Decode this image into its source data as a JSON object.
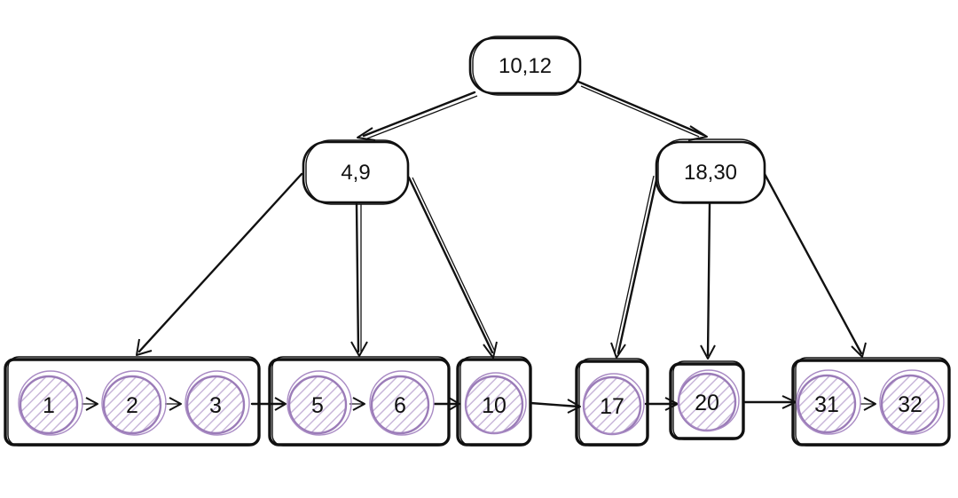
{
  "root": {
    "label": "10,12"
  },
  "internal": [
    {
      "label": "4,9"
    },
    {
      "label": "18,30"
    }
  ],
  "leaves": [
    {
      "keys": [
        "1",
        "2",
        "3"
      ]
    },
    {
      "keys": [
        "5",
        "6"
      ]
    },
    {
      "keys": [
        "10"
      ]
    },
    {
      "keys": [
        "17"
      ]
    },
    {
      "keys": [
        "20"
      ]
    },
    {
      "keys": [
        "31",
        "32"
      ]
    }
  ],
  "colors": {
    "stroke": "#111111",
    "key_ring": "#9b7cb8",
    "hatch": "#c9b7da"
  }
}
